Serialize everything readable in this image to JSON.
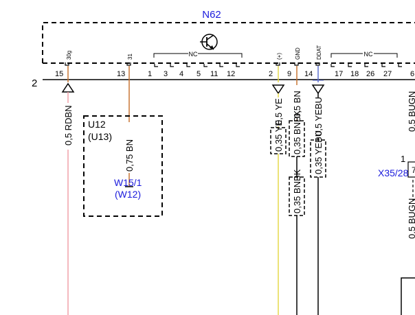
{
  "module": {
    "name": "N62",
    "connector": "2",
    "transistor_symbol": "transistor-icon",
    "nc_label_left": "NC",
    "nc_label_right": "NC",
    "pins": [
      "15",
      "13",
      "1",
      "3",
      "4",
      "5",
      "11",
      "12",
      "2",
      "9",
      "14",
      "17",
      "18",
      "26",
      "27",
      "6"
    ],
    "pin_functions": {
      "p15": "30g",
      "p13": "31",
      "p2": "(+)",
      "p9": "GND",
      "p14": "DDAT"
    }
  },
  "wires": {
    "w15": "0,5 RDBN",
    "w13": "0,75 BN",
    "w2": "0,5 YE",
    "w9": "0,5 BN",
    "w14": "0,5 YEBU",
    "w2b": "0,35 YE",
    "w9b": "0,35 BNBK",
    "w9c": "0,35 BNBK",
    "w14b": "0,35 YEBU",
    "right_top": "0,5 BUGN",
    "right_bottom": "0,5 BUGN"
  },
  "components": {
    "u12": "U12",
    "u13": "(U13)",
    "w15_1": "W15/1",
    "w12": "(W12)",
    "x35_pin": "1",
    "x35_partial": "7",
    "x35": "X35/28"
  },
  "colors": {
    "frame": "#000000",
    "blue_text": "#1a1adc",
    "rdbn": "#f0a0a8",
    "bn": "#c87533",
    "ye": "#e6d84a",
    "yebu": "#5b6fd0",
    "bnbk": "#000000"
  }
}
